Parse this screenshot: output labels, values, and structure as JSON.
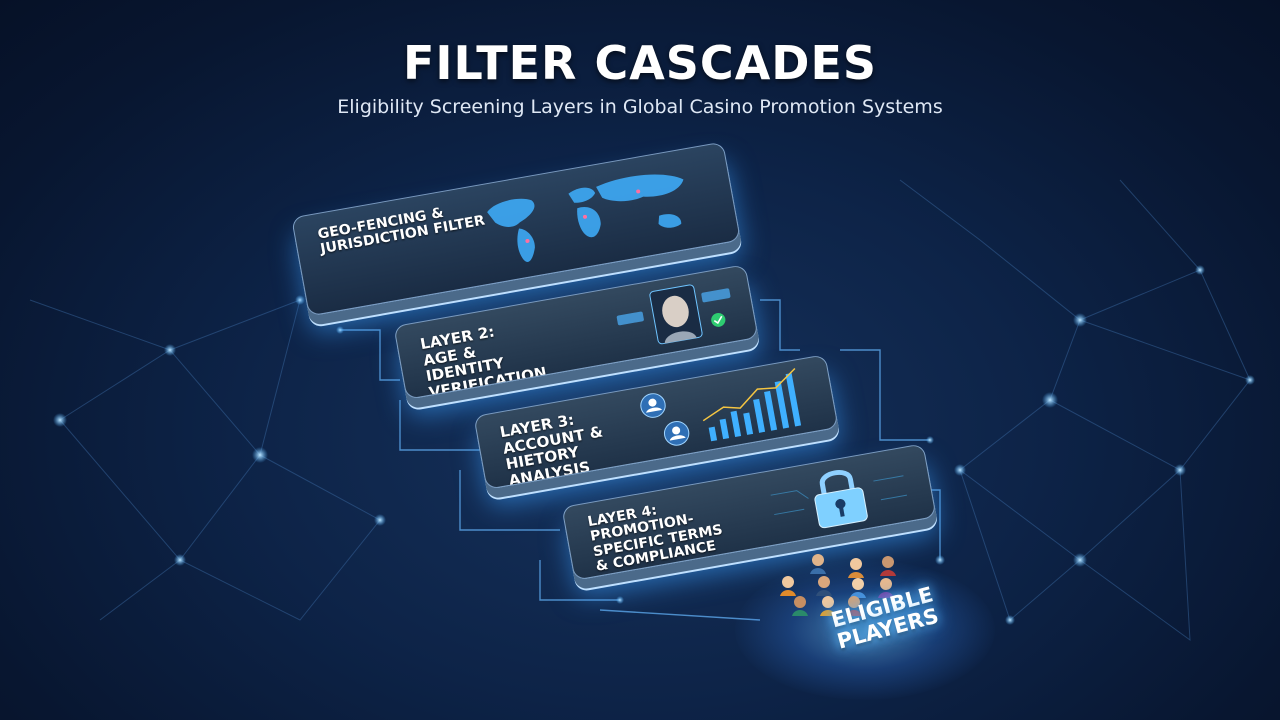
{
  "header": {
    "title": "FILTER CASCADES",
    "subtitle": "Eligibility Screening Layers in Global Casino Promotion Systems"
  },
  "layers": [
    {
      "lines": [
        "GEO-FENCING &",
        "JURISDICTION FILTER"
      ],
      "icon": "world-map-icon"
    },
    {
      "lines": [
        "LAYER 2:",
        "AGE &",
        "IDENTITY",
        "VERIFICATION"
      ],
      "icon": "face-scan-icon"
    },
    {
      "lines": [
        "LAYER 3:",
        "ACCOUNT &",
        "HIETORY",
        "ANALYSIS"
      ],
      "icon": "bar-chart-icon"
    },
    {
      "lines": [
        "LAYER 4:",
        "PROMOTION-",
        "SPECIFIC TERMS",
        "& COMPLIANCE"
      ],
      "icon": "padlock-icon"
    }
  ],
  "output": {
    "lines": [
      "ELIGIBLE",
      "PLAYERS"
    ],
    "icon": "players-group-icon"
  },
  "colors": {
    "background": "#0d2347",
    "accent": "#4fb3ff",
    "layer_face": "#2b4058",
    "text": "#ffffff"
  }
}
